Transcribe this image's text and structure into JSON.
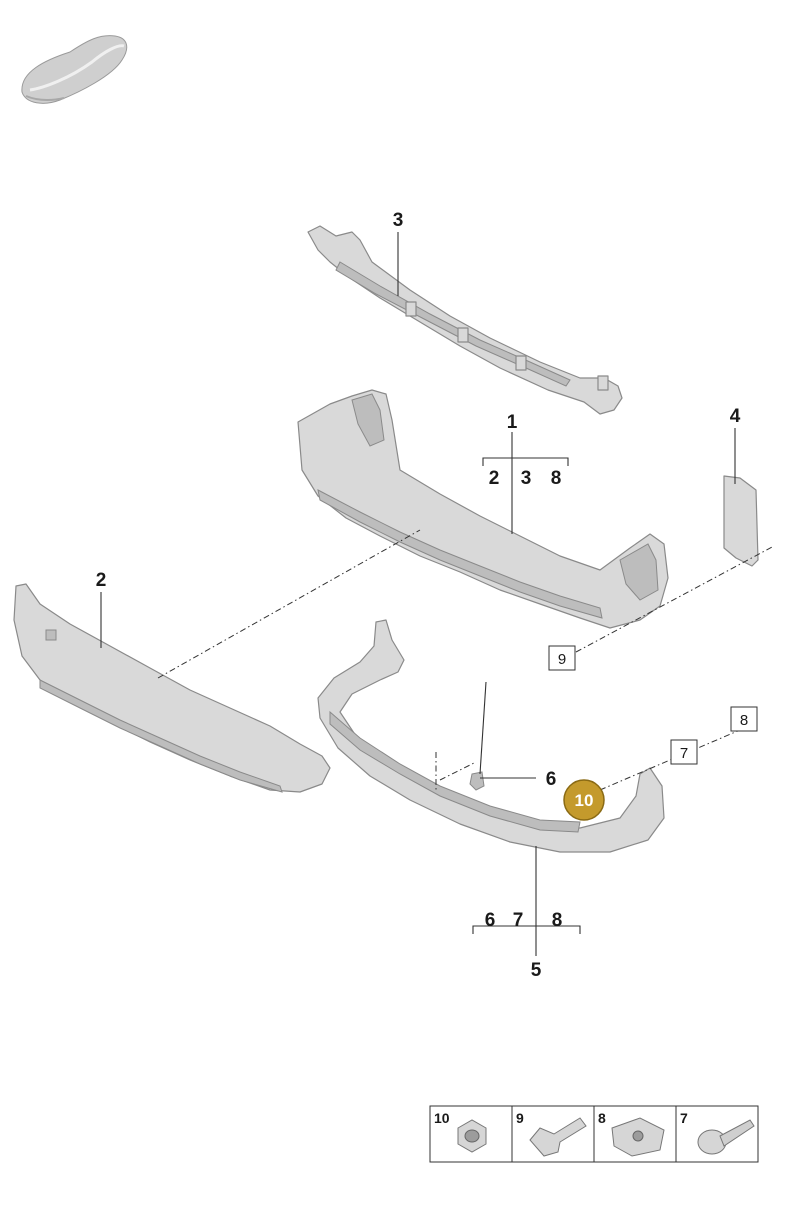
{
  "diagram": {
    "callouts": {
      "p1": "1",
      "p1_subs": [
        "2",
        "3",
        "8"
      ],
      "p2": "2",
      "p3": "3",
      "p4": "4",
      "p5": "5",
      "p5_subs": [
        "6",
        "7",
        "8"
      ],
      "p6": "6",
      "box7": "7",
      "box8": "8",
      "box9": "9",
      "highlight": "10"
    },
    "highlight_color": "#c49a2c",
    "legend": [
      {
        "num": "10",
        "icon": "flange-nut-icon"
      },
      {
        "num": "9",
        "icon": "bolt-icon"
      },
      {
        "num": "8",
        "icon": "clip-nut-icon"
      },
      {
        "num": "7",
        "icon": "tapping-screw-icon"
      }
    ]
  }
}
